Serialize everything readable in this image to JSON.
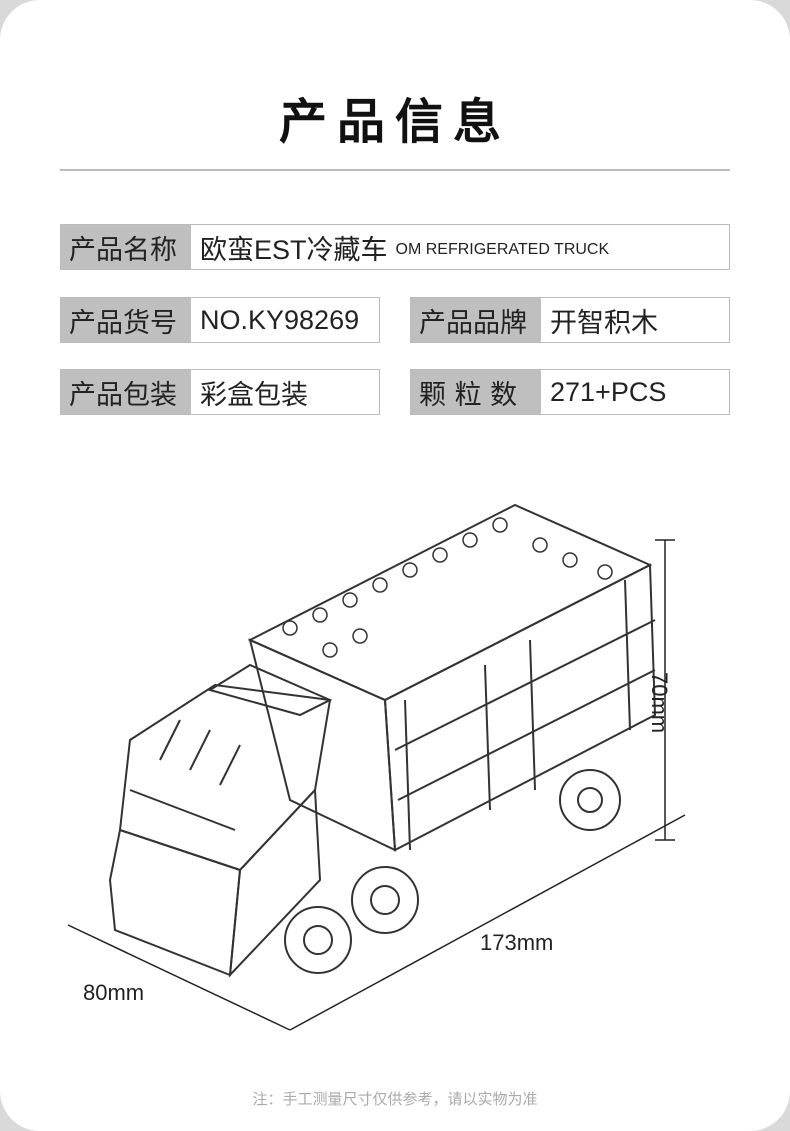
{
  "title": "产品信息",
  "specs": {
    "name_label": "产品名称",
    "name_value": "欧蛮EST冷藏车",
    "name_sub": "OM REFRIGERATED TRUCK",
    "sku_label": "产品货号",
    "sku_value": "NO.KY98269",
    "brand_label": "产品品牌",
    "brand_value": "开智积木",
    "package_label": "产品包装",
    "package_value": "彩盒包装",
    "pieces_label": "颗 粒 数",
    "pieces_value": "271+PCS"
  },
  "dimensions": {
    "height": "70mm",
    "length": "173mm",
    "width": "80mm"
  },
  "note": "注：手工测量尺寸仅供参考，请以实物为准"
}
